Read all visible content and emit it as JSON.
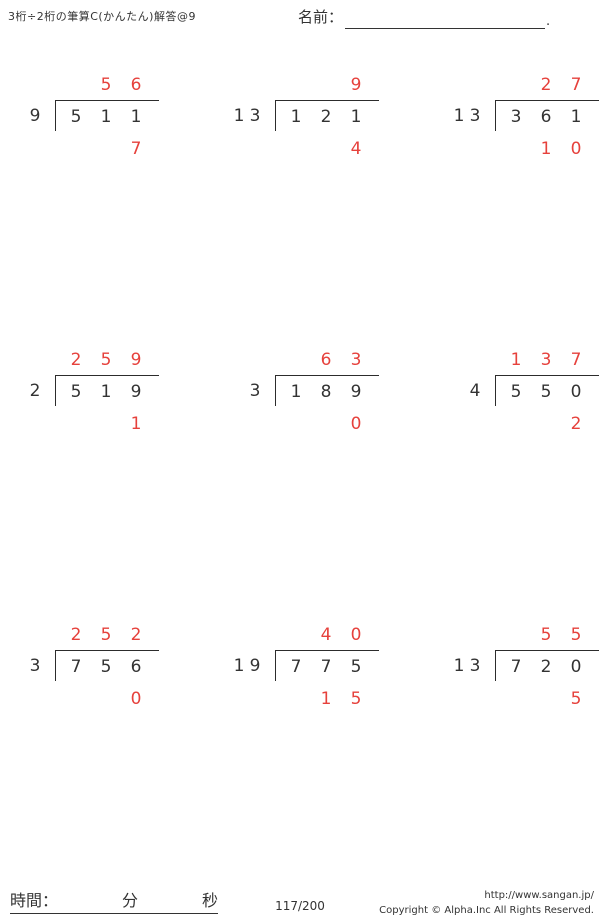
{
  "header": {
    "title": "3桁÷2桁の筆算C(かんたん)解答@9",
    "name_label": "名前：",
    "name_line_end": "."
  },
  "problems": [
    {
      "divisor": "9",
      "dividend": "511",
      "quotient": "56",
      "remainder": "7"
    },
    {
      "divisor": "13",
      "dividend": "121",
      "quotient": "9",
      "remainder": "4"
    },
    {
      "divisor": "13",
      "dividend": "361",
      "quotient": "27",
      "remainder": "10"
    },
    {
      "divisor": "2",
      "dividend": "519",
      "quotient": "259",
      "remainder": "1"
    },
    {
      "divisor": "3",
      "dividend": "189",
      "quotient": "63",
      "remainder": "0"
    },
    {
      "divisor": "4",
      "dividend": "550",
      "quotient": "137",
      "remainder": "2"
    },
    {
      "divisor": "3",
      "dividend": "756",
      "quotient": "252",
      "remainder": "0"
    },
    {
      "divisor": "19",
      "dividend": "775",
      "quotient": "40",
      "remainder": "15"
    },
    {
      "divisor": "13",
      "dividend": "720",
      "quotient": "55",
      "remainder": "5"
    }
  ],
  "footer": {
    "time_label": "時間：",
    "minutes_label": "分",
    "seconds_label": "秒",
    "page_number": "117/200",
    "url": "http://www.sangan.jp/",
    "copyright": "Copyright © Alpha.Inc All Rights Reserved."
  },
  "colors": {
    "answer_red": "#e6413c",
    "ink_black": "#333333"
  }
}
